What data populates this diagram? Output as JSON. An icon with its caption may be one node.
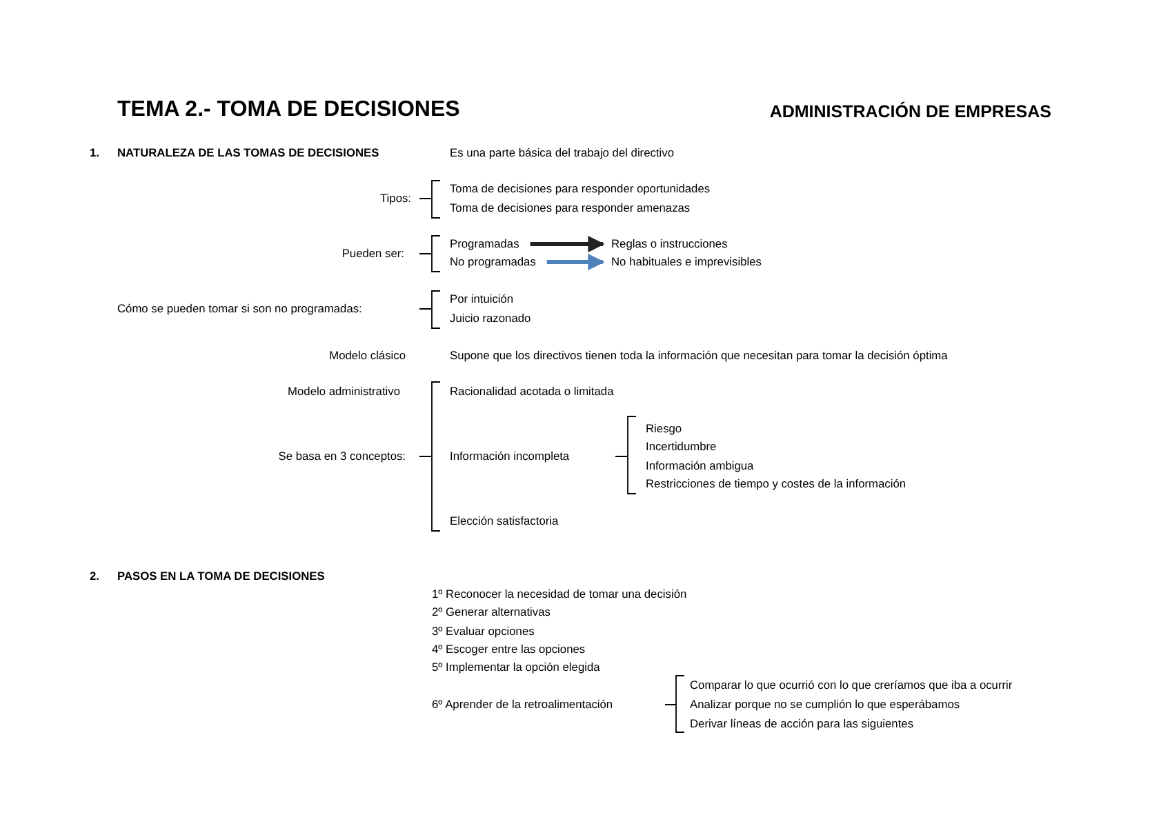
{
  "diagram": {
    "title": "TEMA 2.- TOMA DE DECISIONES",
    "nodes": [
      {
        "text": [
          "Programadas"
        ]
      },
      {
        "text": [
          "Reglas o instrucciones"
        ]
      },
      {
        "text": [
          "No programadas"
        ]
      },
      {
        "text": [
          "No habituales e imprevisibles"
        ]
      }
    ],
    "edges": [
      {
        "from": 0,
        "to": 1,
        "arrow": "to"
      },
      {
        "from": 2,
        "to": 3,
        "arrow": "to",
        "color": "#4f81bd"
      }
    ],
    "labels": [
      "ADMINISTRACIÓN DE EMPRESAS",
      "1.",
      "NATURALEZA DE LAS TOMAS DE DECISIONES",
      "Es una parte básica del trabajo del directivo",
      "Tipos:",
      "Toma de decisiones para responder oportunidades",
      "Toma de decisiones para responder amenazas",
      "Pueden ser:",
      "Cómo se pueden tomar si son no programadas:",
      "Por intuición",
      "Juicio razonado",
      "Modelo clásico",
      "Supone que los directivos tienen toda la información que necesitan para tomar la decisión óptima",
      "Modelo administrativo",
      "Racionalidad acotada o limitada",
      "Se basa en 3 conceptos:",
      "Información incompleta",
      "Riesgo",
      "Incertidumbre",
      "Información ambigua",
      "Restricciones de tiempo y costes de la información",
      "Elección satisfactoria",
      "2.",
      "PASOS EN LA TOMA DE DECISIONES",
      "1º Reconocer la necesidad de tomar una decisión",
      "2º Generar alternativas",
      "3º Evaluar opciones",
      "4º Escoger entre las opciones",
      "5º Implementar la opción elegida",
      "6º Aprender de la retroalimentación",
      "Comparar lo que ocurrió con lo que creríamos que iba a ocurrir",
      "Analizar porque no se cumplión lo que esperábamos",
      "Derivar líneas de acción para las siguientes"
    ]
  }
}
